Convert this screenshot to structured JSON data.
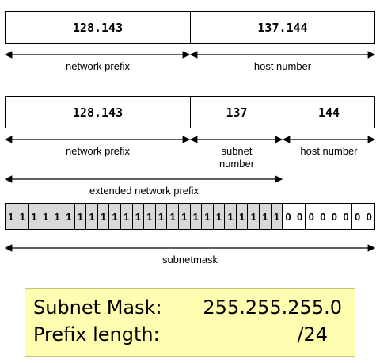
{
  "row1": {
    "network": "128.143",
    "host": "137.144",
    "label_network": "network prefix",
    "label_host": "host number"
  },
  "row2": {
    "network": "128.143",
    "subnet": "137",
    "host": "144",
    "label_network": "network prefix",
    "label_subnet_1": "subnet",
    "label_subnet_2": "number",
    "label_host": "host number",
    "label_extended": "extended network prefix"
  },
  "mask_bits": [
    "1",
    "1",
    "1",
    "1",
    "1",
    "1",
    "1",
    "1",
    "1",
    "1",
    "1",
    "1",
    "1",
    "1",
    "1",
    "1",
    "1",
    "1",
    "1",
    "1",
    "1",
    "1",
    "1",
    "1",
    "0",
    "0",
    "0",
    "0",
    "0",
    "0",
    "0",
    "0"
  ],
  "label_mask": "subnetmask",
  "summary": {
    "mask_key": "Subnet Mask:",
    "mask_val": "255.255.255.0",
    "prefix_key": "Prefix length:",
    "prefix_val": "/24"
  },
  "colors": {
    "bit_one": "#d9d9d9",
    "bit_zero": "#ffffff",
    "summary_bg": "#fffdb0"
  }
}
